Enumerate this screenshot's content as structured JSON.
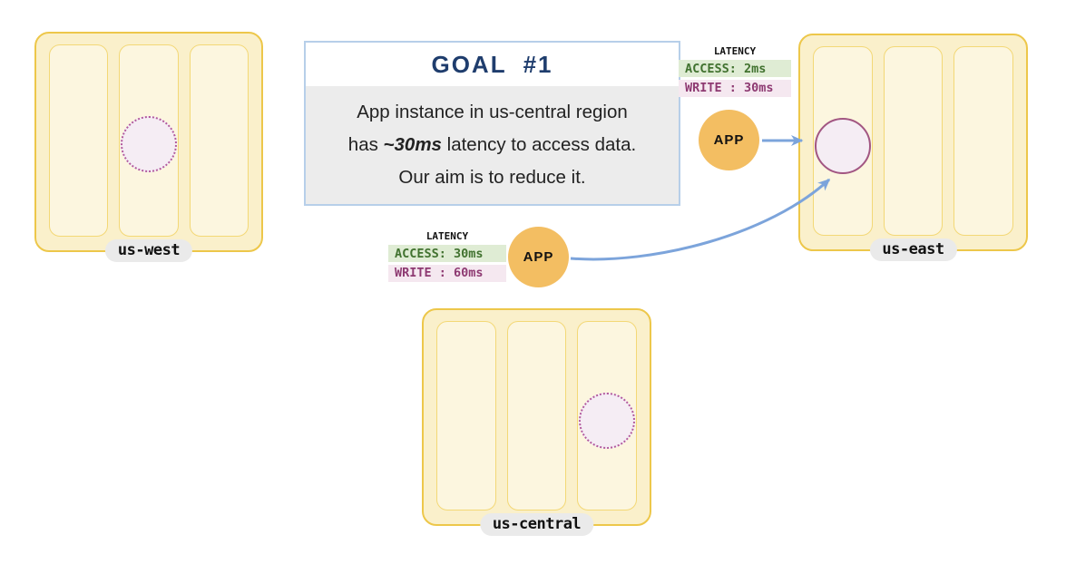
{
  "regions": [
    {
      "id": "us-west",
      "label": "us-west",
      "zones": 3,
      "data_circle": {
        "style": "dotted",
        "zone": 2
      }
    },
    {
      "id": "us-east",
      "label": "us-east",
      "zones": 3,
      "data_circle": {
        "style": "solid",
        "zone": 1
      }
    },
    {
      "id": "us-central",
      "label": "us-central",
      "zones": 3,
      "data_circle": {
        "style": "dotted",
        "zone": 3
      }
    }
  ],
  "goal_box": {
    "title": "GOAL  #1",
    "line1": "App instance in us-central region",
    "line2_pre": "has ",
    "line2_em": "~30ms",
    "line2_post": " latency to access data.",
    "line3": "Our aim is to reduce it."
  },
  "app_instances": [
    {
      "label": "APP",
      "target_region": "us-east",
      "latency": {
        "title": "LATENCY",
        "access": "ACCESS: 2ms",
        "write": "WRITE : 30ms"
      }
    },
    {
      "label": "APP",
      "target_region": "us-east",
      "latency": {
        "title": "LATENCY",
        "access": "ACCESS: 30ms",
        "write": "WRITE : 60ms"
      }
    }
  ],
  "colors": {
    "region_fill": "#faf0cb",
    "region_border": "#edc74a",
    "zone_fill": "#fcf6df",
    "zone_border": "#f3d876",
    "circle_fill": "#f5edf4",
    "circle_dotted_border": "#b25a9e",
    "circle_solid_border": "#a25682",
    "app_fill": "#f3be62",
    "arrow": "#7ca4db",
    "access_bg": "#dfecd4",
    "access_text": "#41722f",
    "write_bg": "#f5e8f0",
    "write_text": "#8e3a72",
    "goal_border": "#b7cfe9",
    "goal_title": "#1f3d6d",
    "goal_body_bg": "#ececec",
    "pill_bg": "#eaeaea"
  }
}
